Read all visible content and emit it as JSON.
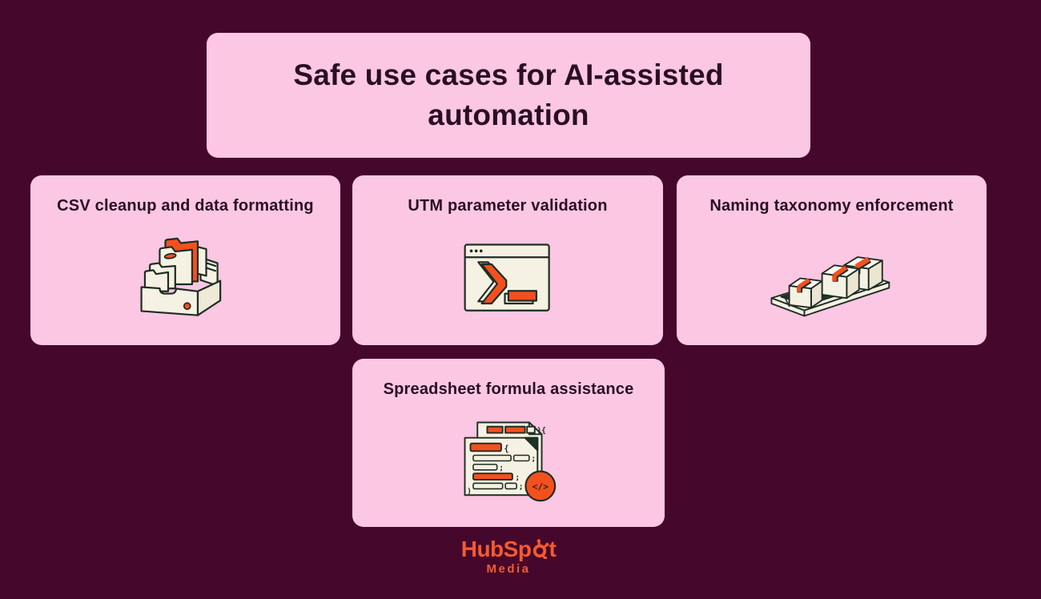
{
  "title": {
    "text": "Safe use cases for AI-assisted automation"
  },
  "cards": [
    {
      "label": "CSV cleanup and data formatting",
      "icon": "file-box-icon"
    },
    {
      "label": "UTM parameter validation",
      "icon": "terminal-icon"
    },
    {
      "label": "Naming taxonomy enforcement",
      "icon": "conveyor-boxes-icon"
    },
    {
      "label": "Spreadsheet formula assistance",
      "icon": "code-document-icon"
    }
  ],
  "footer": {
    "logo_part1": "HubSp",
    "logo_part2": "t",
    "tagline": "Media"
  },
  "colors": {
    "background": "#45082c",
    "card_pink": "#fbc7e3",
    "text_dark": "#2a0f22",
    "accent_orange": "#f4501f",
    "logo_orange": "#f65a2e",
    "illustration_cream": "#f5f1e3",
    "illustration_outline": "#1e2d23",
    "belt_green": "#20352a"
  }
}
